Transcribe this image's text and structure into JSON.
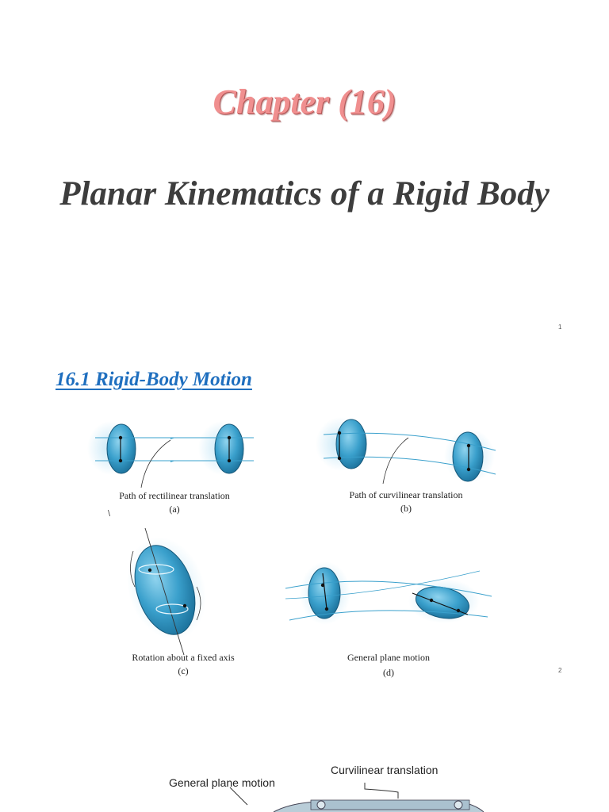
{
  "slide1": {
    "chapter": "Chapter (16)",
    "title": "Planar Kinematics of a Rigid Body",
    "page_number": "1"
  },
  "slide2": {
    "heading": "16.1  Rigid-Body Motion",
    "page_number": "2",
    "figures": [
      {
        "caption": "Path of rectilinear translation",
        "label": "(a)"
      },
      {
        "caption": "Path of curvilinear translation",
        "label": "(b)"
      },
      {
        "caption": "Rotation about a fixed axis",
        "label": "(c)"
      },
      {
        "caption": "General plane motion",
        "label": "(d)"
      }
    ],
    "stray_mark": "\\"
  },
  "slide3": {
    "labels": {
      "general": "General plane motion",
      "curvilinear": "Curvilinear translation"
    }
  },
  "colors": {
    "chapter": "#f08f8f",
    "title": "#3d3d3d",
    "heading": "#1f6fbf",
    "body_fill": "#3aa0cc",
    "body_dark": "#1a6f99",
    "glow": "#bfe4f5"
  }
}
